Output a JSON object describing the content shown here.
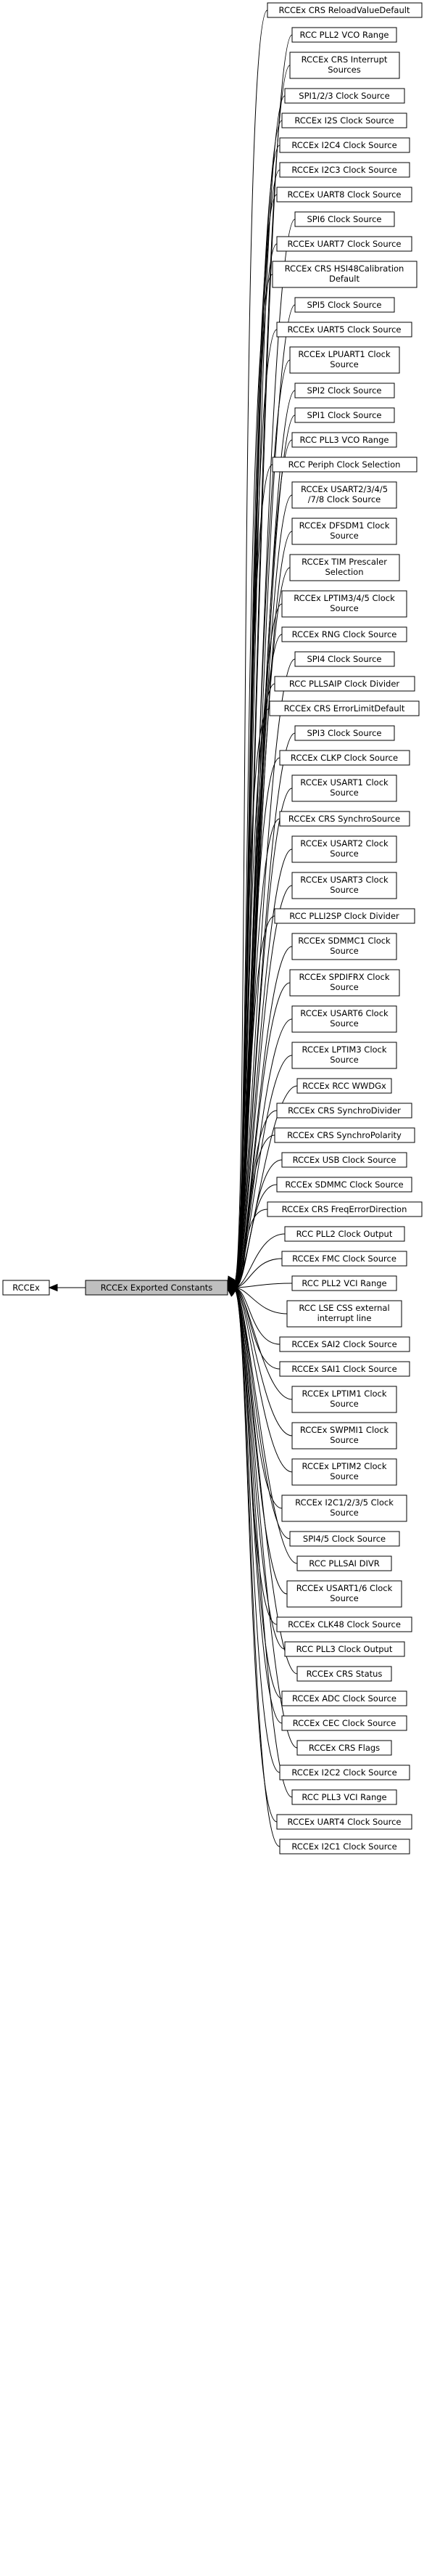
{
  "diagram": {
    "parent": {
      "label": "RCCEx"
    },
    "center": {
      "label": "RCCEx Exported Constants"
    },
    "children": [
      "RCCEx CRS ReloadValueDefault",
      "RCC PLL2 VCO Range",
      "RCCEx CRS Interrupt\nSources",
      "SPI1/2/3 Clock Source",
      "RCCEx I2S Clock Source",
      "RCCEx I2C4 Clock Source",
      "RCCEx I2C3 Clock Source",
      "RCCEx UART8 Clock Source",
      "SPI6 Clock Source",
      "RCCEx UART7 Clock Source",
      "RCCEx CRS HSI48Calibration\nDefault",
      "SPI5 Clock Source",
      "RCCEx UART5 Clock Source",
      "RCCEx LPUART1 Clock\nSource",
      "SPI2 Clock Source",
      "SPI1 Clock Source",
      "RCC PLL3 VCO Range",
      "RCC Periph Clock Selection",
      "RCCEx USART2/3/4/5\n/7/8 Clock Source",
      "RCCEx DFSDM1 Clock\nSource",
      "RCCEx TIM Prescaler\nSelection",
      "RCCEx LPTIM3/4/5 Clock\nSource",
      "RCCEx RNG Clock Source",
      "SPI4 Clock Source",
      "RCC PLLSAIP Clock Divider",
      "RCCEx CRS ErrorLimitDefault",
      "SPI3 Clock Source",
      "RCCEx CLKP Clock Source",
      "RCCEx USART1 Clock\nSource",
      "RCCEx CRS SynchroSource",
      "RCCEx USART2 Clock\nSource",
      "RCCEx USART3 Clock\nSource",
      "RCC PLLI2SP Clock Divider",
      "RCCEx SDMMC1 Clock\nSource",
      "RCCEx SPDIFRX Clock\nSource",
      "RCCEx USART6 Clock\nSource",
      "RCCEx LPTIM3 Clock\nSource",
      "RCCEx RCC WWDGx",
      "RCCEx CRS SynchroDivider",
      "RCCEx CRS SynchroPolarity",
      "RCCEx USB Clock Source",
      "RCCEx SDMMC Clock Source",
      "RCCEx CRS FreqErrorDirection",
      "RCC PLL2 Clock Output",
      "RCCEx FMC Clock Source",
      "RCC PLL2 VCI Range",
      "RCC LSE CSS external\ninterrupt line",
      "RCCEx SAI2 Clock Source",
      "RCCEx SAI1 Clock Source",
      "RCCEx LPTIM1 Clock\nSource",
      "RCCEx SWPMI1 Clock\nSource",
      "RCCEx LPTIM2 Clock\nSource",
      "RCCEx I2C1/2/3/5 Clock\nSource",
      "SPI4/5 Clock Source",
      "RCC PLLSAI DIVR",
      "RCCEx USART1/6 Clock\nSource",
      "RCCEx CLK48 Clock Source",
      "RCC PLL3 Clock Output",
      "RCCEx CRS Status",
      "RCCEx ADC Clock Source",
      "RCCEx CEC Clock Source",
      "RCCEx CRS Flags",
      "RCCEx I2C2 Clock Source",
      "RCC PLL3 VCI Range",
      "RCCEx UART4 Clock Source",
      "RCCEx I2C1 Clock Source"
    ]
  }
}
